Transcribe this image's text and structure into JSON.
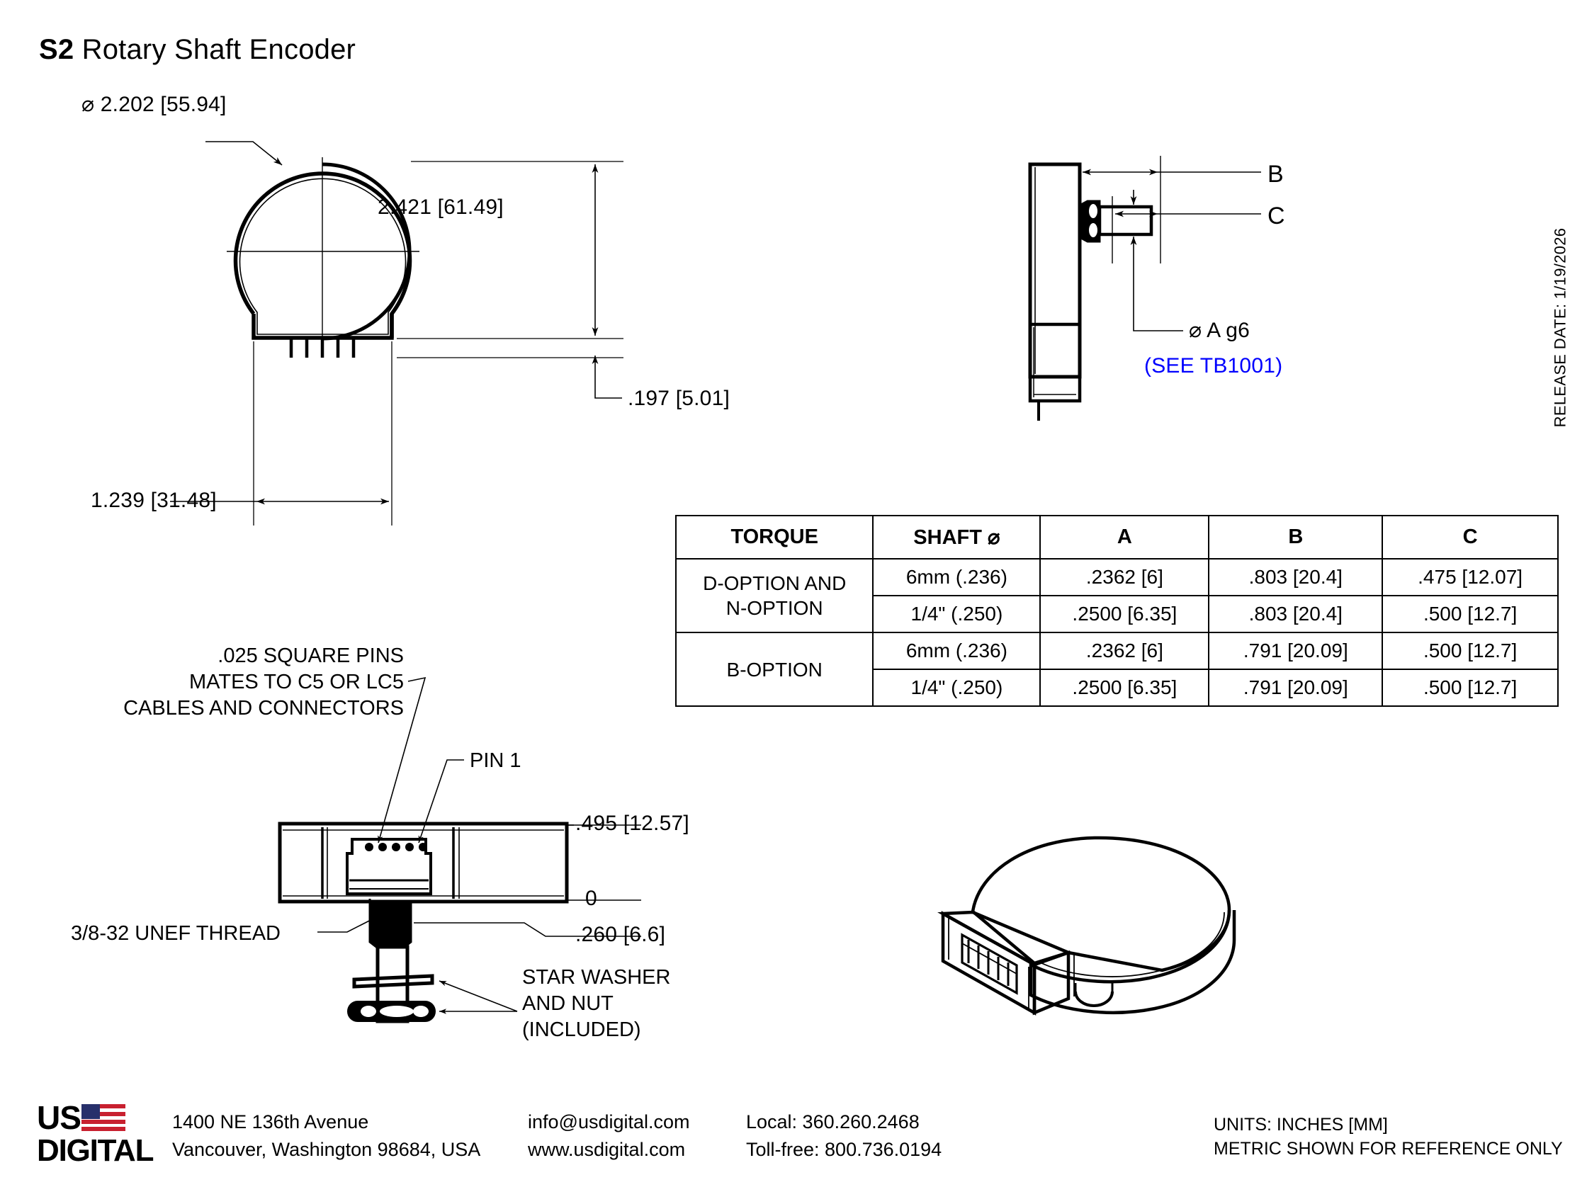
{
  "title": {
    "model": "S2",
    "rest": " Rotary Shaft Encoder"
  },
  "release_date": "RELEASE DATE: 1/19/2026",
  "front_view": {
    "diameter": "⌀ 2.202 [55.94]",
    "height": "2.421 [61.49]",
    "tab_height": ".197 [5.01]",
    "tab_width": "1.239 [31.48]"
  },
  "side_view": {
    "label_b": "B",
    "label_c": "C",
    "shaft_dia": "⌀ A g6",
    "shaft_note": "(SEE TB1001)"
  },
  "bottom_view": {
    "pins_note_line1": ".025 SQUARE PINS",
    "pins_note_line2": "MATES TO C5 OR LC5",
    "pins_note_line3": "CABLES AND CONNECTORS",
    "pin1_label": "PIN 1",
    "dim_top": ".495 [12.57]",
    "dim_zero": "0",
    "dim_thread": ".260 [6.6]",
    "thread_label": "3/8-32 UNEF THREAD",
    "washer_line1": "STAR WASHER",
    "washer_line2": "AND NUT",
    "washer_line3": "(INCLUDED)"
  },
  "spec_table": {
    "headers": [
      "TORQUE",
      "SHAFT ⌀",
      "A",
      "B",
      "C"
    ],
    "groups": [
      {
        "torque": "D-OPTION AND\nN-OPTION",
        "torque_line1": "D-OPTION AND",
        "torque_line2": "N-OPTION",
        "rows": [
          {
            "shaft": "6mm (.236)",
            "a": ".2362 [6]",
            "b": ".803 [20.4]",
            "c": ".475 [12.07]"
          },
          {
            "shaft": "1/4\" (.250)",
            "a": ".2500 [6.35]",
            "b": ".803 [20.4]",
            "c": ".500 [12.7]"
          }
        ]
      },
      {
        "torque": "B-OPTION",
        "torque_line1": "B-OPTION",
        "torque_line2": "",
        "rows": [
          {
            "shaft": "6mm (.236)",
            "a": ".2362 [6]",
            "b": ".791 [20.09]",
            "c": ".500 [12.7]"
          },
          {
            "shaft": "1/4\" (.250)",
            "a": ".2500 [6.35]",
            "b": ".791 [20.09]",
            "c": ".500 [12.7]"
          }
        ]
      }
    ]
  },
  "footer": {
    "logo_us": "US",
    "logo_digital": "DIGITAL",
    "address_line1": "1400 NE 136th Avenue",
    "address_line2": "Vancouver, Washington 98684, USA",
    "email": "info@usdigital.com",
    "website": "www.usdigital.com",
    "phone_local": "Local: 360.260.2468",
    "phone_tollfree": "Toll-free: 800.736.0194",
    "units_line1": "UNITS: INCHES [MM]",
    "units_line2": "METRIC SHOWN FOR REFERENCE ONLY"
  },
  "colors": {
    "line": "#000000",
    "note_blue": "#0000ff",
    "flag_red": "#c8202f",
    "flag_blue": "#27306b"
  }
}
